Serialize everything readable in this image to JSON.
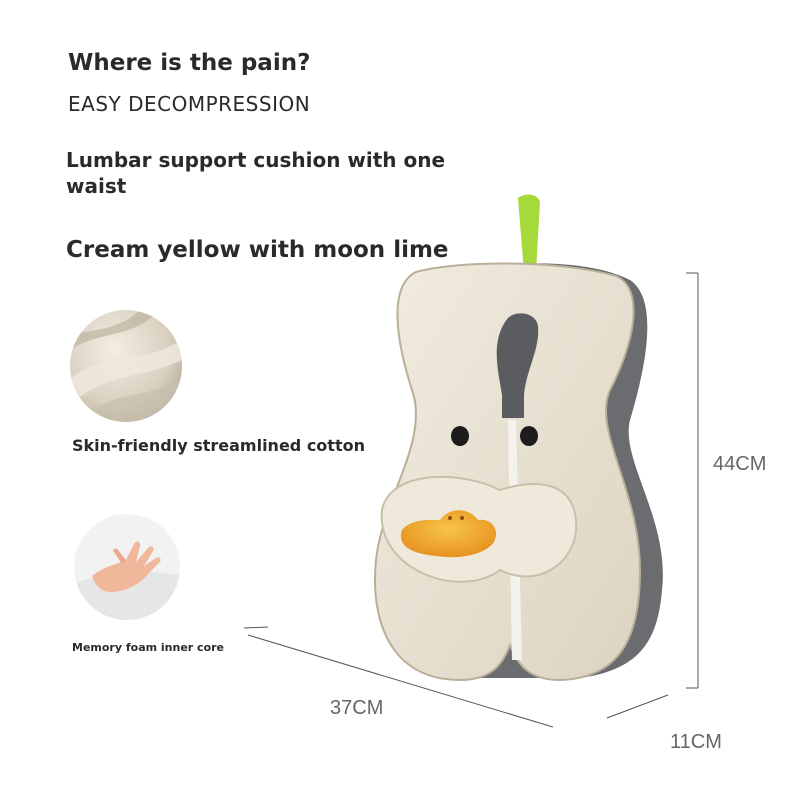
{
  "heading": "Where is the pain?",
  "subheading": "EASY DECOMPRESSION",
  "product_description": "Lumbar support cushion with one waist",
  "color_option": "Cream yellow with moon lime",
  "features": [
    {
      "label": "Skin-friendly streamlined cotton",
      "icon": "cotton-fabric-icon"
    },
    {
      "label": "Memory foam inner core",
      "icon": "hand-press-foam-icon"
    }
  ],
  "dimensions": {
    "height": "44CM",
    "width": "37CM",
    "depth": "11CM"
  },
  "colors": {
    "cream": "#ece6d8",
    "grey": "#6b6c70",
    "lime": "#a6d93a",
    "beak": "#f0a21e"
  }
}
